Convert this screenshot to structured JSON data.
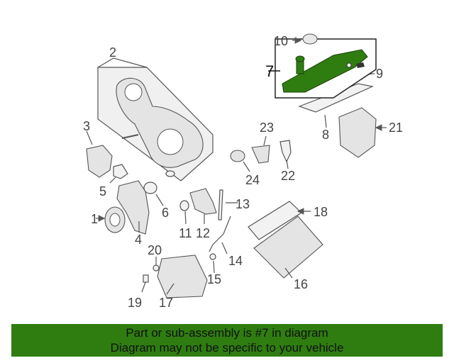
{
  "callouts": [
    "1",
    "2",
    "3",
    "4",
    "5",
    "6",
    "7",
    "8",
    "9",
    "10",
    "11",
    "12",
    "13",
    "14",
    "15",
    "16",
    "17",
    "18",
    "19",
    "20",
    "21",
    "22",
    "23",
    "24"
  ],
  "colors": {
    "banner_bg": "#2f7d11",
    "highlight_part": "#2f7d11"
  },
  "banner": {
    "line1": "Part or sub-assembly is #7 in diagram",
    "line2": "Diagram may not be specific to your vehicle"
  }
}
